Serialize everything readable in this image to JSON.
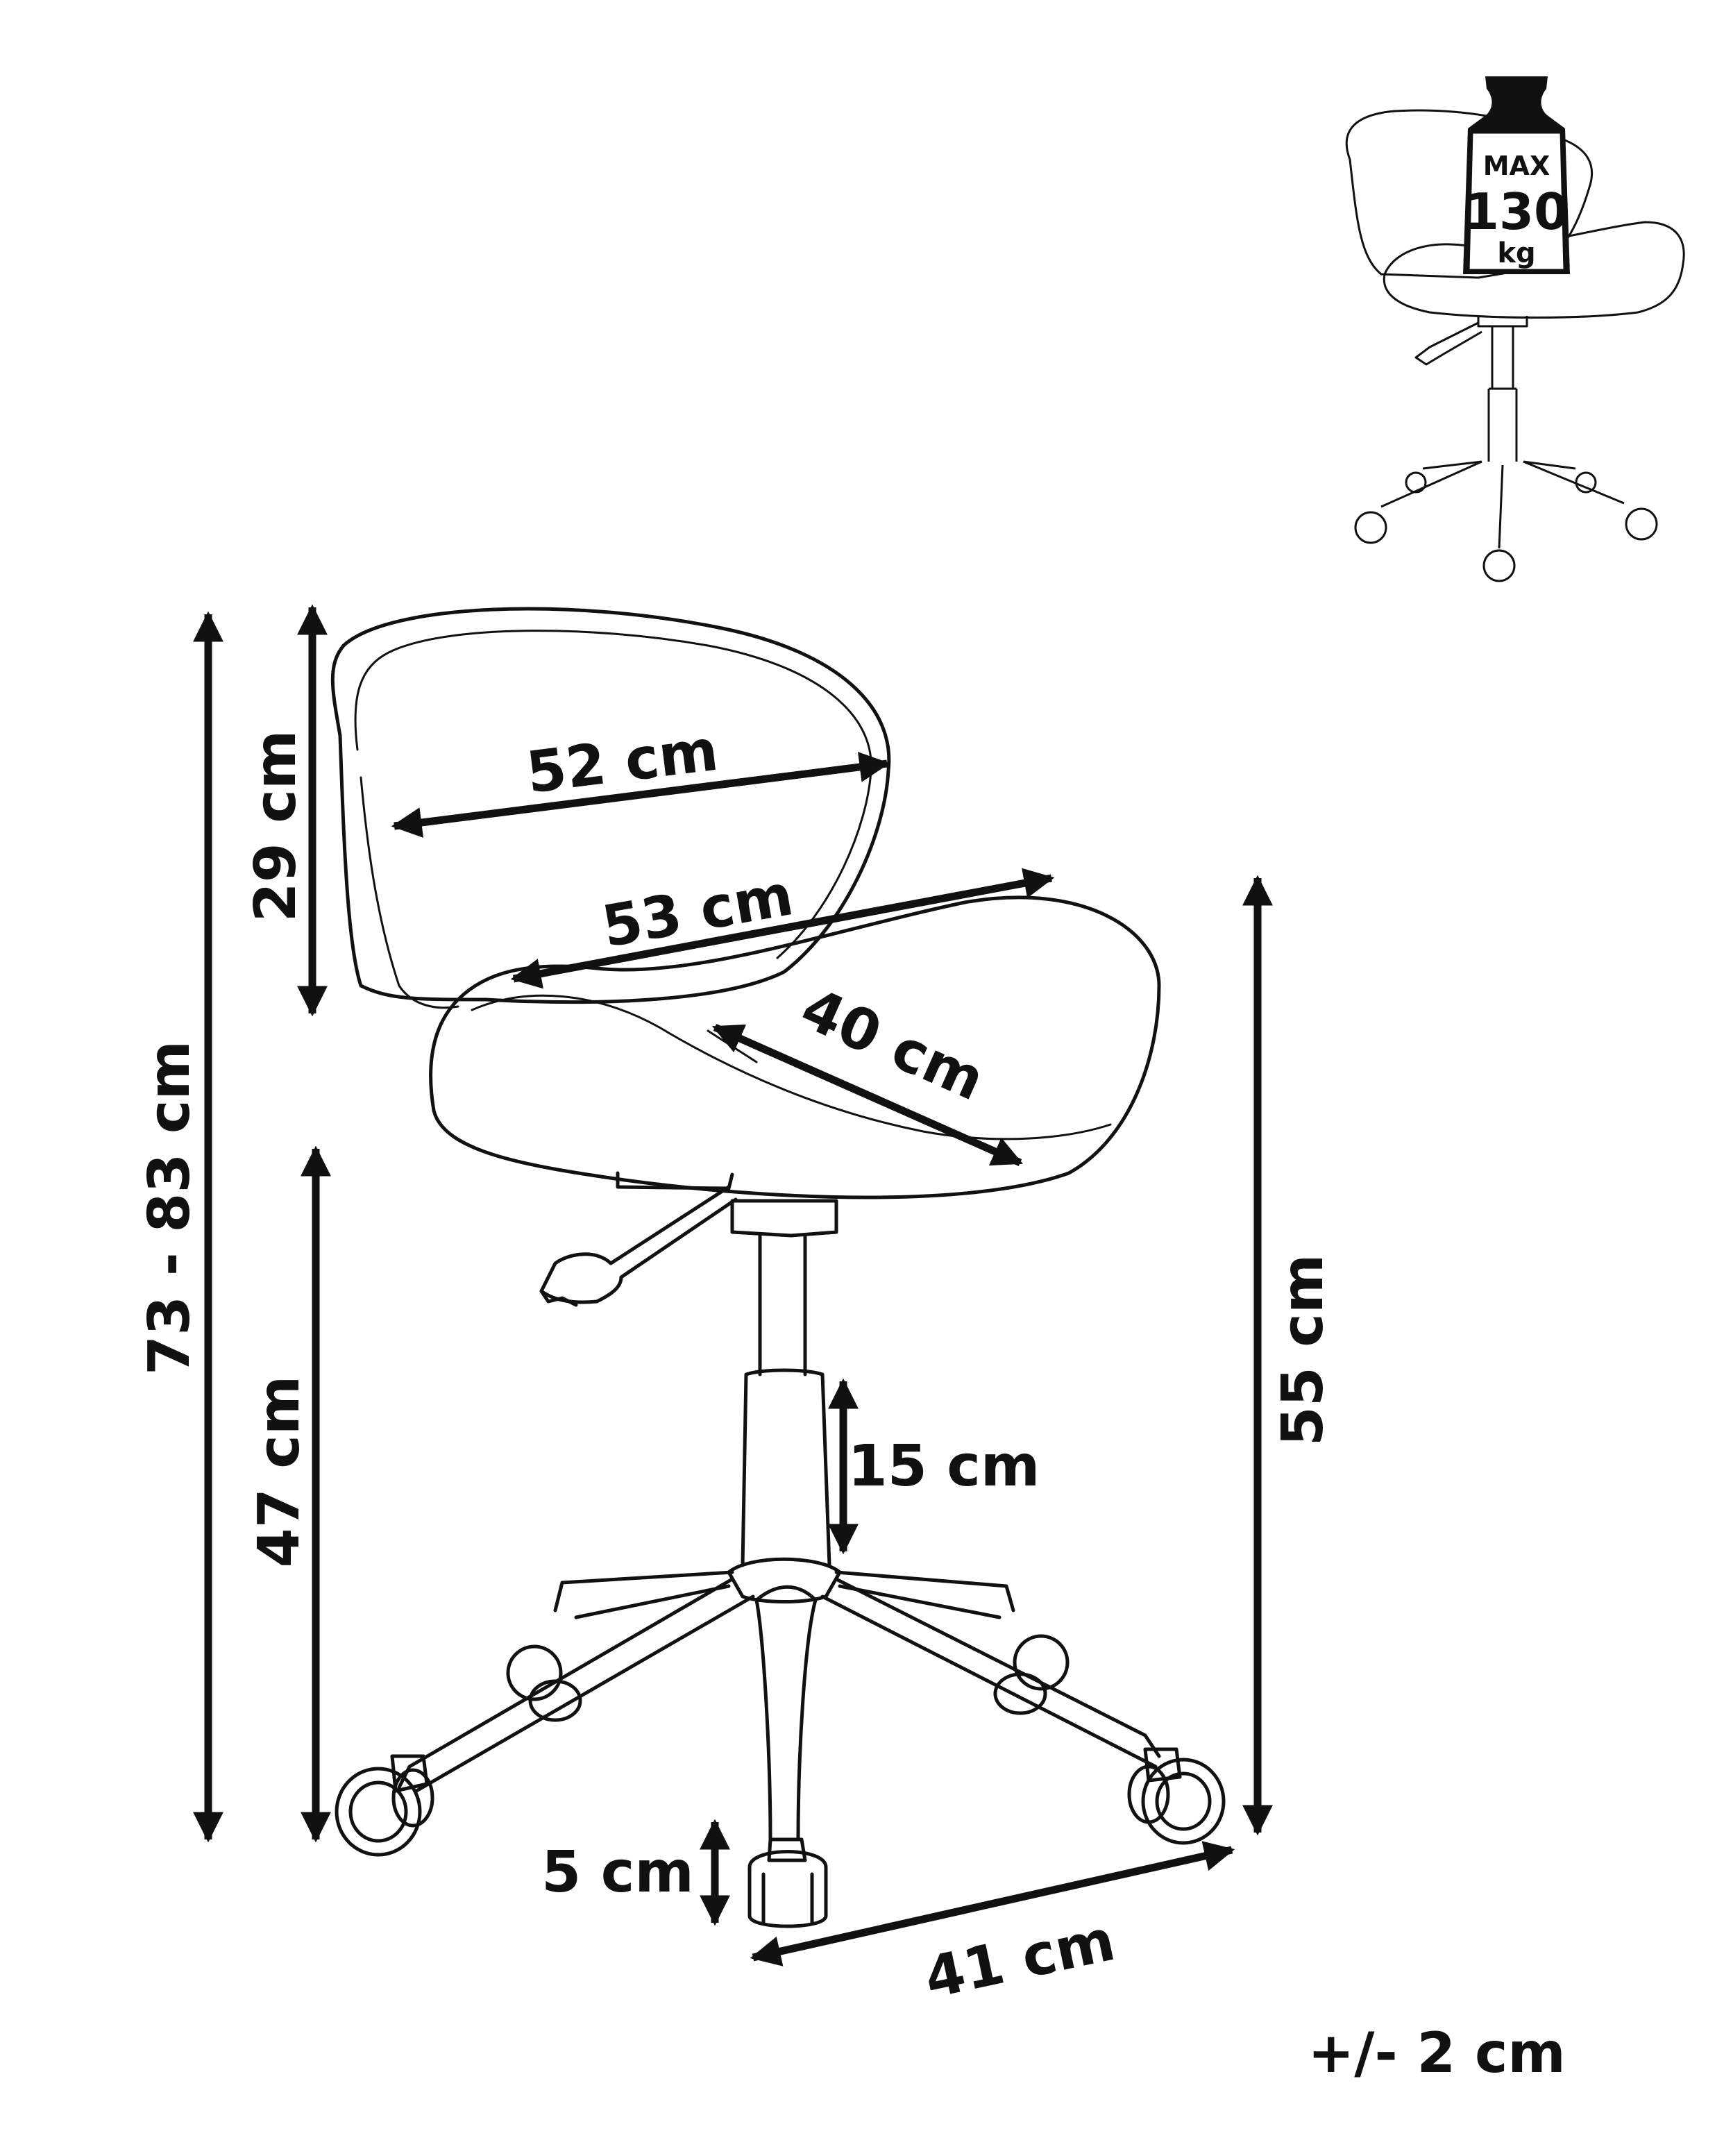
{
  "dimensions": {
    "total_height": "73 - 83 cm",
    "back_height": "29 cm",
    "back_width": "52 cm",
    "seat_width": "53 cm",
    "seat_depth": "40 cm",
    "seat_height": "47 cm",
    "base_height": "55 cm",
    "lift_range": "15 cm",
    "caster_height": "5 cm",
    "base_width": "41 cm"
  },
  "tolerance": "+/- 2 cm",
  "max_load": {
    "label": "MAX",
    "value": "130",
    "unit": "kg"
  },
  "colors": {
    "line": "#111111",
    "background": "#ffffff"
  },
  "icons": [
    "weight-icon",
    "chair-icon"
  ]
}
